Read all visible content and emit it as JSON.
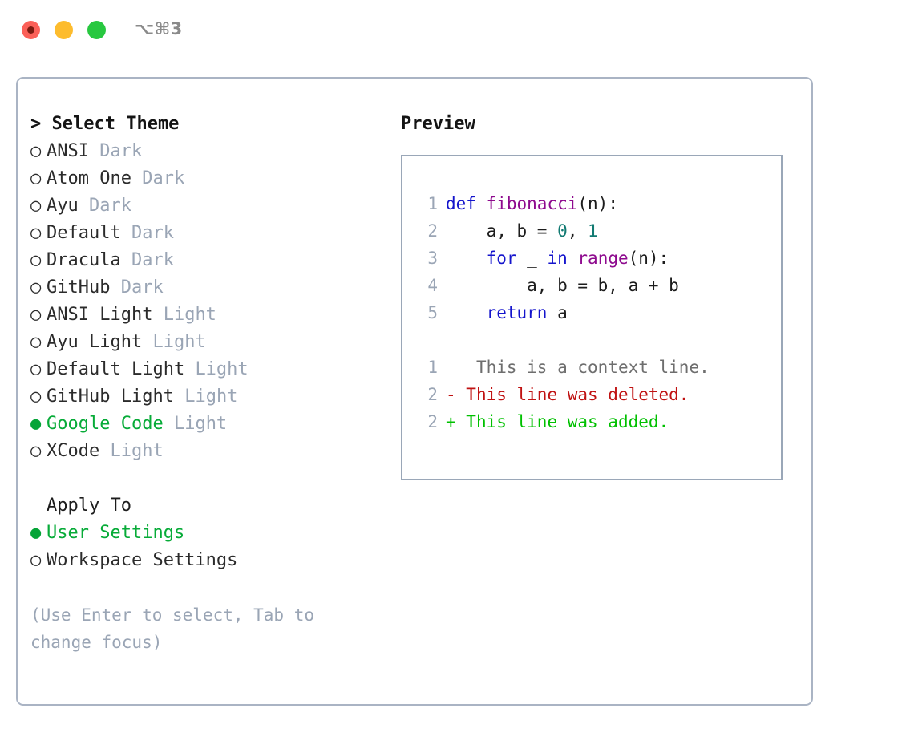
{
  "window": {
    "title": "⌥⌘3",
    "traffic_lights": [
      {
        "name": "close",
        "color": "#fb6058"
      },
      {
        "name": "minimize",
        "color": "#fdbc2e"
      },
      {
        "name": "maximize",
        "color": "#28c840"
      }
    ]
  },
  "theme_picker": {
    "header": "> Select Theme",
    "bullet_selected": "●",
    "bullet_unselected": "○",
    "items": [
      {
        "label": "ANSI",
        "tag": "Dark",
        "selected": false
      },
      {
        "label": "Atom One",
        "tag": "Dark",
        "selected": false
      },
      {
        "label": "Ayu",
        "tag": "Dark",
        "selected": false
      },
      {
        "label": "Default",
        "tag": "Dark",
        "selected": false
      },
      {
        "label": "Dracula",
        "tag": "Dark",
        "selected": false
      },
      {
        "label": "GitHub",
        "tag": "Dark",
        "selected": false
      },
      {
        "label": "ANSI Light",
        "tag": "Light",
        "selected": false
      },
      {
        "label": "Ayu Light",
        "tag": "Light",
        "selected": false
      },
      {
        "label": "Default Light",
        "tag": "Light",
        "selected": false
      },
      {
        "label": "GitHub Light",
        "tag": "Light",
        "selected": false
      },
      {
        "label": "Google Code",
        "tag": "Light",
        "selected": true
      },
      {
        "label": "XCode",
        "tag": "Light",
        "selected": false
      }
    ]
  },
  "apply_to": {
    "header": "Apply To",
    "items": [
      {
        "label": "User Settings",
        "selected": true
      },
      {
        "label": "Workspace Settings",
        "selected": false
      }
    ]
  },
  "hint": "(Use Enter to select, Tab to change focus)",
  "preview": {
    "header": "Preview",
    "code_lines": [
      {
        "num": "1",
        "tokens": [
          {
            "t": "def",
            "c": "kw"
          },
          {
            "t": " ",
            "c": "pln"
          },
          {
            "t": "fibonacci",
            "c": "fn"
          },
          {
            "t": "(n):",
            "c": "pln"
          }
        ]
      },
      {
        "num": "2",
        "tokens": [
          {
            "t": "    a, b = ",
            "c": "pln"
          },
          {
            "t": "0",
            "c": "num"
          },
          {
            "t": ", ",
            "c": "pln"
          },
          {
            "t": "1",
            "c": "num"
          }
        ]
      },
      {
        "num": "3",
        "tokens": [
          {
            "t": "    ",
            "c": "pln"
          },
          {
            "t": "for",
            "c": "kw"
          },
          {
            "t": " _ ",
            "c": "pln"
          },
          {
            "t": "in",
            "c": "kw"
          },
          {
            "t": " ",
            "c": "pln"
          },
          {
            "t": "range",
            "c": "fn"
          },
          {
            "t": "(n):",
            "c": "pln"
          }
        ]
      },
      {
        "num": "4",
        "tokens": [
          {
            "t": "        a, b = b, a + b",
            "c": "pln"
          }
        ]
      },
      {
        "num": "5",
        "tokens": [
          {
            "t": "    ",
            "c": "pln"
          },
          {
            "t": "return",
            "c": "kw"
          },
          {
            "t": " a",
            "c": "pln"
          }
        ]
      }
    ],
    "diff_lines": [
      {
        "num": "1",
        "marker": " ",
        "text": "  This is a context line.",
        "kind": "diff-ctx"
      },
      {
        "num": "2",
        "marker": "-",
        "text": " This line was deleted.",
        "kind": "diff-del"
      },
      {
        "num": "2",
        "marker": "+",
        "text": " This line was added.",
        "kind": "diff-add"
      }
    ]
  },
  "colors": {
    "accent_green": "#07ab38",
    "muted_blue_gray": "#9aa5b5",
    "border": "#aab4c4",
    "keyword_blue": "#1414cc",
    "function_magenta": "#8e0a8e",
    "number_teal": "#117a72",
    "diff_deleted": "#c01212",
    "diff_added": "#00c000"
  }
}
